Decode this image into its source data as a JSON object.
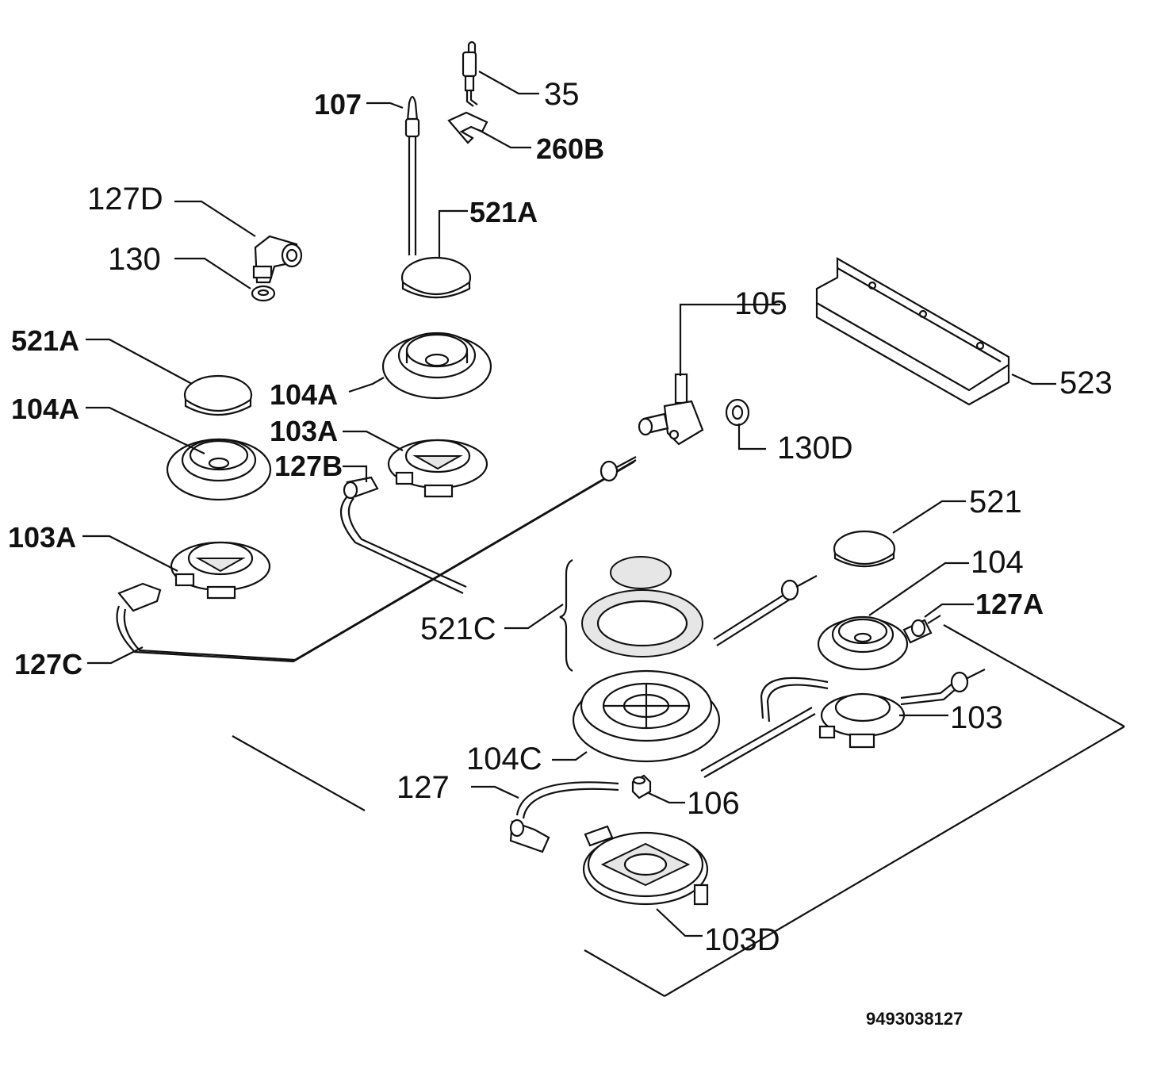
{
  "labels": {
    "l107": "107",
    "l35": "35",
    "l260b": "260B",
    "l127d": "127D",
    "l130": "130",
    "l521a_top": "521A",
    "l521a_left": "521A",
    "l104a_center": "104A",
    "l104a_left": "104A",
    "l103a_center": "103A",
    "l127b": "127B",
    "l103a_left": "103A",
    "l105": "105",
    "l130d": "130D",
    "l523": "523",
    "l521": "521",
    "l104": "104",
    "l127a": "127A",
    "l521c": "521C",
    "l127c": "127C",
    "l103": "103",
    "l104c": "104C",
    "l127": "127",
    "l106": "106",
    "l103d": "103D"
  },
  "doc_number": "9493038127"
}
